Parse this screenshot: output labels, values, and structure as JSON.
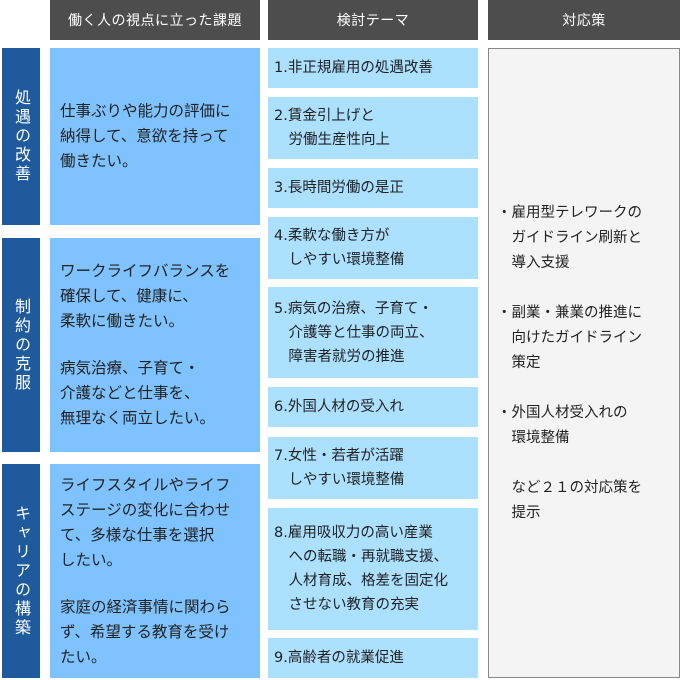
{
  "headers": [
    "働く人の視点に立った課題",
    "検討テーマ",
    "対応策"
  ],
  "sections": [
    {
      "label": "処遇の改善",
      "issues": [
        "仕事ぶりや能力の評価に\n納得して、意欲を持って\n働きたい。"
      ]
    },
    {
      "label": "制約の克服",
      "issues": [
        "ワークライフバランスを\n確保して、健康に、\n柔軟に働きたい。",
        "病気治療、子育て・\n介護などと仕事を、\n無理なく両立したい。"
      ]
    },
    {
      "label": "キャリアの構築",
      "issues": [
        "ライフスタイルやライフ\nステージの変化に合わせ\nて、多様な仕事を選択\nしたい。",
        "家庭の経済事情に関わら\nず、希望する教育を受け\nたい。"
      ]
    }
  ],
  "themes": [
    "1.非正規雇用の処遇改善",
    "2.賃金引上げと\n　労働生産性向上",
    "3.長時間労働の是正",
    "4.柔軟な働き方が\n　しやすい環境整備",
    "5.病気の治療、子育て・\n　介護等と仕事の両立、\n　障害者就労の推進",
    "6.外国人材の受入れ",
    "7.女性・若者が活躍\n　しやすい環境整備",
    "8.雇用吸収力の高い産業\n　への転職・再就職支援、\n　人材育成、格差を固定化\n　させない教育の充実",
    "9.高齢者の就業促進"
  ],
  "measures": [
    "・雇用型テレワークの\n　ガイドライン刷新と\n　導入支援",
    "・副業・兼業の推進に\n　向けたガイドライン\n　策定",
    "・外国人材受入れの\n　環境整備"
  ],
  "measures_note": "　など２１の対応策を\n　提示"
}
